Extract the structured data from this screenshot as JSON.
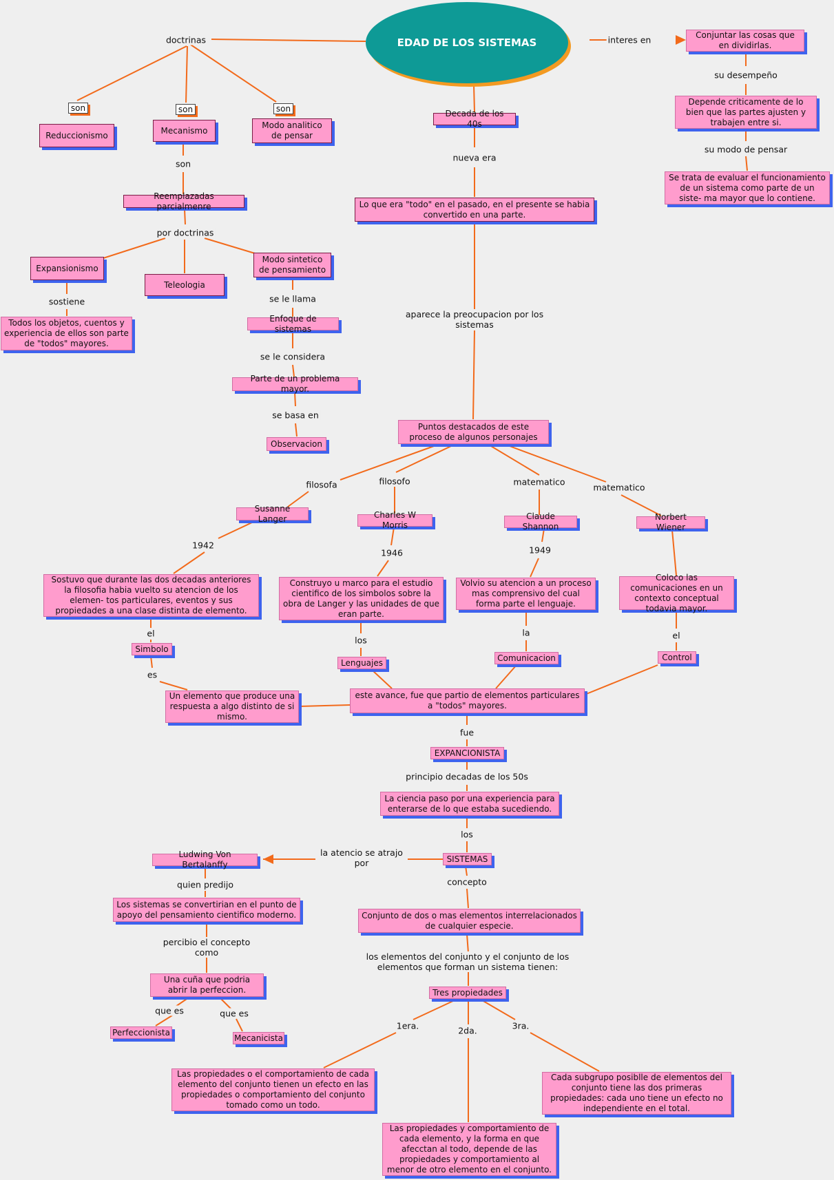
{
  "root": "EDAD DE LOS SISTEMAS",
  "n": {
    "conjuntar": "Conjuntar las cosas que en dividirlas.",
    "depende": "Depende criticamente de lo bien que las partes ajusten y trabajen entre si.",
    "setrata": "Se trata de evaluar el funcionamiento de un sistema como parte de un siste- ma mayor que lo contiene.",
    "son1": "son",
    "son2": "son",
    "son3": "son",
    "reduccionismo": "Reduccionismo",
    "mecanismo": "Mecanismo",
    "modoanalitico": "Modo analitico de pensar",
    "decada40": "Decada de los 40s",
    "reemplazadas": "Reemplazadas parcialmenre",
    "loque": "Lo que era \"todo\" en el pasado, en el presente se habia convertido en una parte.",
    "expansionismo": "Expansionismo",
    "teleologia": "Teleologia",
    "modosintetico": "Modo sintetico de pensamiento",
    "todos": "Todos los objetos, cuentos y experiencia de ellos son parte de \"todos\" mayores.",
    "enfoque": "Enfoque de sistemas",
    "parte": "Parte de un problema mayor.",
    "observacion": "Observacion",
    "puntos": "Puntos destacados de este proceso de algunos personajes",
    "susanne": "Susanne Langer",
    "charles": "Charles W Morris",
    "claude": "Claude Shannon",
    "norbert": "Norbert Wiener",
    "sostuvo": "Sostuvo que durante las dos decadas anteriores la filosofia habia vuelto su atencion de los elemen- tos particulares, eventos y sus propiedades a una clase distinta de elemento.",
    "construyo": "Construyo u marco para el estudio cientifico de los simbolos sobre la obra de Langer y las unidades de que eran parte.",
    "volvio": "Volvio su atencion a un proceso mas comprensivo del cual forma parte el lenguaje.",
    "coloco": "Coloco las comunicaciones en un contexto conceptual todavia mayor.",
    "simbolo": "Simbolo",
    "lenguajes": "Lenguajes",
    "comunicacion": "Comunicacion",
    "control": "Control",
    "unelemento": "Un elemento que produce una respuesta a algo distinto de si mismo.",
    "esteavance": "este avance, fue que partio de elementos particulares a \"todos\" mayores.",
    "expancionista": "EXPANCIONISTA",
    "laciencia": "La ciencia paso por una experiencia para enterarse de lo que estaba sucediendo.",
    "ludwing": "Ludwing Von Bertalanffy",
    "sistemas": "SISTEMAS",
    "lossistemas": "Los sistemas se convertirian en el punto de apoyo del pensamiento cientifico moderno.",
    "conjunto": "Conjunto de dos o mas elementos interrelacionados de cualquier especie.",
    "cuna": "Una cuña que podria abrir la perfeccion.",
    "tres": "Tres propiedades",
    "perfeccionista": "Perfeccionista",
    "mecanicista": "Mecanicista",
    "prop1": "Las propiedades o el comportamiento de cada elemento del conjunto tienen un efecto en las propiedades o comportamiento del conjunto tomado como un todo.",
    "prop3": "Cada subgrupo posiblle de elementos del conjunto tiene las dos primeras propiedades: cada uno tiene un efecto no independiente en el total.",
    "prop2": "Las propiedades y comportamiento de cada elemento, y la forma en que afecctan al todo, depende de las propiedades y comportamiento al menor de otro elemento en el conjunto."
  },
  "l": {
    "doctrinas": "doctrinas",
    "interes": "interes en",
    "sudesempeno": "su desempeño",
    "sumodo": "su modo de pensar",
    "son": "son",
    "nuevaera": "nueva era",
    "pordoctrinas": "por doctrinas",
    "aparece": "aparece la preocupacion por los sistemas",
    "sostiene": "sostiene",
    "selellama": "se le llama",
    "seleconsidera": "se le considera",
    "sebasa": "se basa en",
    "filosofa": "filosofa",
    "filosofo": "filosofo",
    "matematico1": "matematico",
    "matematico2": "matematico",
    "y1942": "1942",
    "y1946": "1946",
    "y1949": "1949",
    "el1": "el",
    "los1": "los",
    "la": "la",
    "el2": "el",
    "es": "es",
    "fue": "fue",
    "principio": "principio decadas de los 50s",
    "los2": "los",
    "atencion": "la atencio se atrajo por",
    "quien": "quien predijo",
    "concepto": "concepto",
    "percibio": "percibio el concepto como",
    "loselementos": "los elementos del conjunto y el conjunto de los elementos que forman un sistema tienen:",
    "quees1": "que es",
    "quees2": "que es",
    "era1": "1era.",
    "da2": "2da.",
    "ra3": "3ra."
  },
  "colors": {
    "line": "#f26a1b",
    "node": "#ff9ccd",
    "shadow": "#3e63ee",
    "root": "#0e9a96",
    "background": "#efefef"
  }
}
